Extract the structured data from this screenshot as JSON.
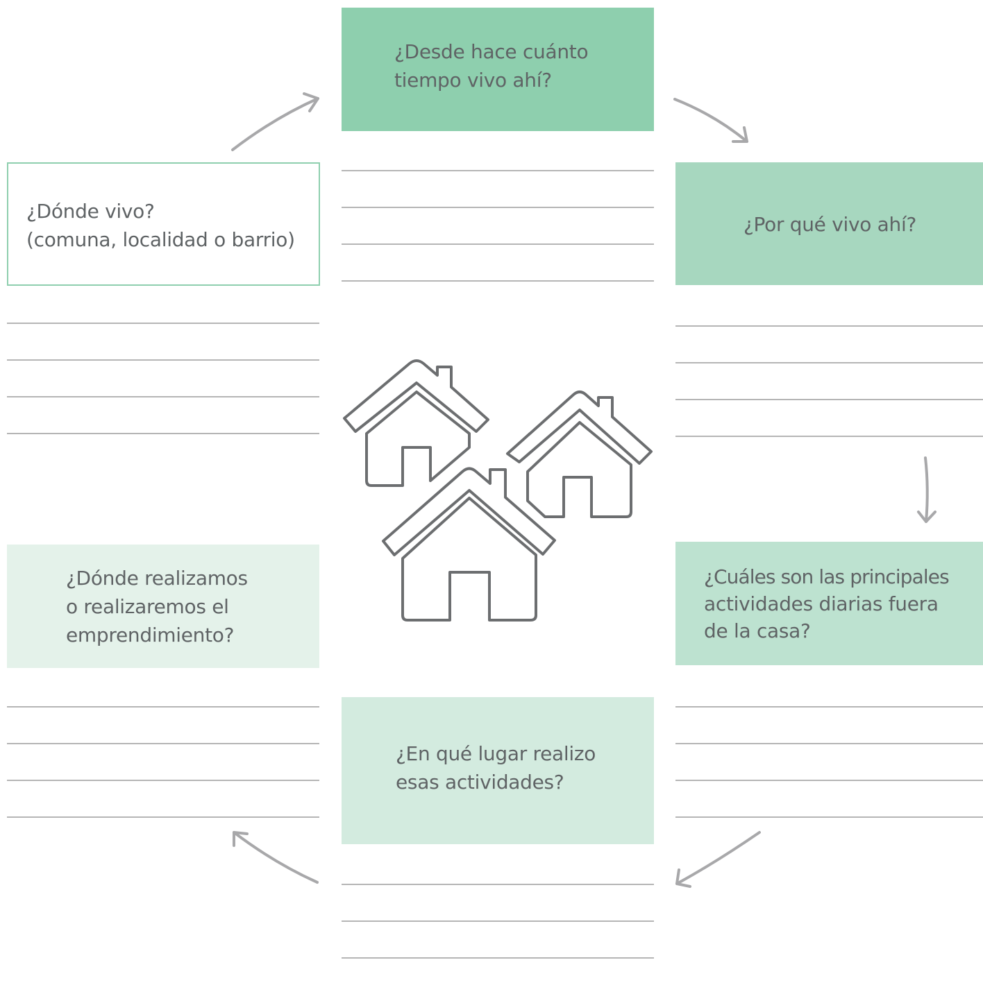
{
  "colors": {
    "q1_fill": "#8ecfae",
    "q2_fill": "#a7d7bf",
    "q3_fill": "#bde2d0",
    "q4_fill": "#d3ebdf",
    "q5_fill": "#e4f2ea",
    "q6_border": "#8ecfae",
    "line": "#b5b5b5",
    "arrow": "#a8a8aa",
    "icon": "#6c6e70",
    "text": "#5f6365"
  },
  "icons": {
    "center": "houses-icon",
    "arrows": "curved-arrow-icon"
  },
  "questions": {
    "q1": {
      "line1": "¿Desde hace cuánto",
      "line2": "tiempo vivo ahí?"
    },
    "q2": {
      "line1": "¿Por qué vivo ahí?"
    },
    "q3": {
      "line1": "¿Cuáles son las principales",
      "line2": "actividades diarias fuera",
      "line3": "de la casa?"
    },
    "q4": {
      "line1": "¿En qué lugar realizo",
      "line2": "esas actividades?"
    },
    "q5": {
      "line1": "¿Dónde realizamos",
      "line2": "o realizaremos el",
      "line3": "emprendimiento?"
    },
    "q6": {
      "line1": "¿Dónde vivo?",
      "line2": "(comuna, localidad o barrio)"
    }
  }
}
